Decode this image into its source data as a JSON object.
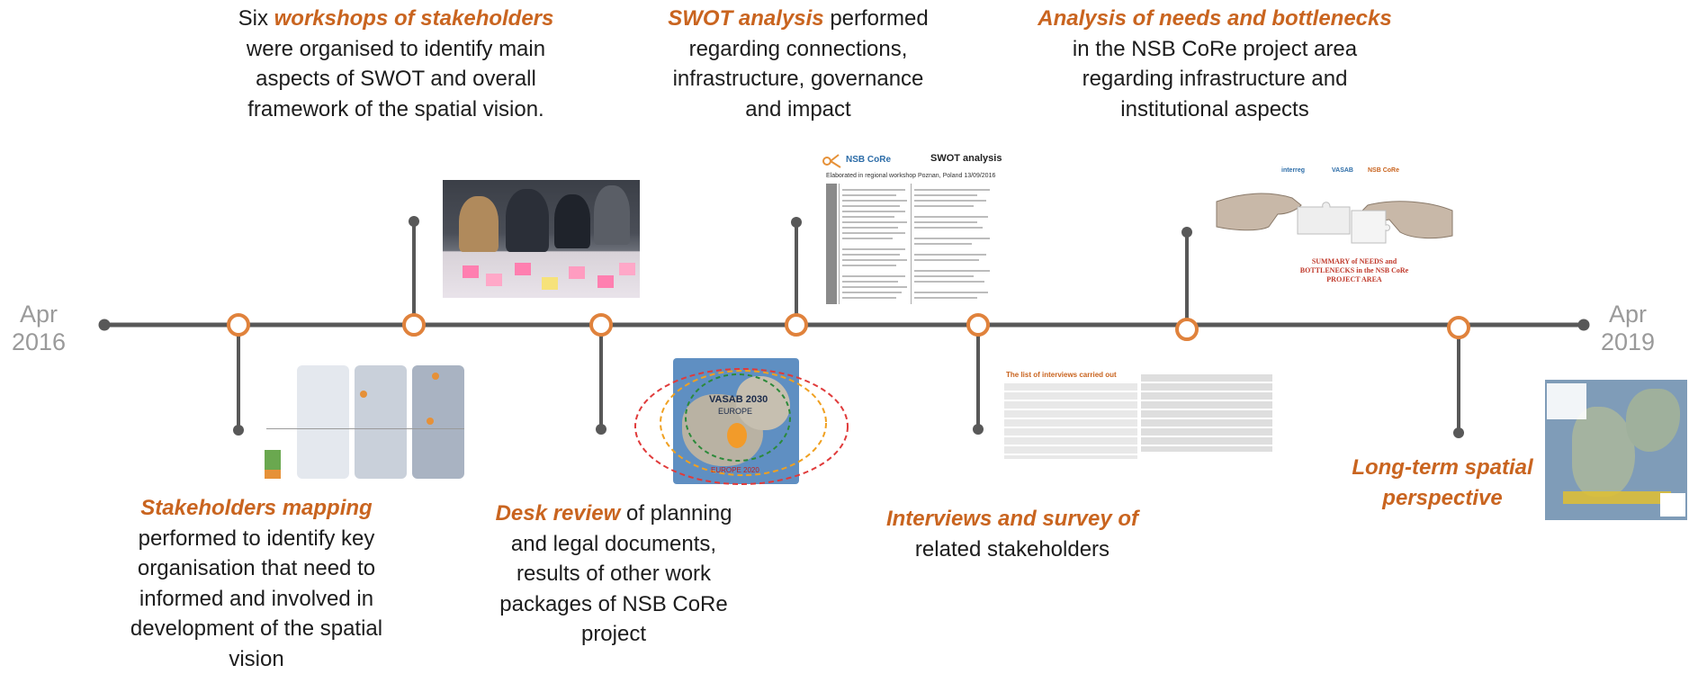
{
  "timeline": {
    "start_label": "Apr\n2016",
    "end_label": "Apr\n2019"
  },
  "steps": {
    "workshops": {
      "pre": "Six ",
      "highlight": "workshops of stakeholders",
      "post": "were organised to identify  main aspects of SWOT and overall framework of the spatial vision."
    },
    "swot": {
      "highlight": "SWOT analysis",
      "post": " performed regarding connections, infrastructure, governance and impact"
    },
    "needs": {
      "highlight": "Analysis of needs and bottlenecks",
      "post": "in the  NSB CoRe  project area regarding infrastructure and institutional aspects"
    },
    "mapping": {
      "highlight": "Stakeholders mapping",
      "post": "performed to identify key organisation that need to informed and involved in development of the spatial vision"
    },
    "desk": {
      "highlight": "Desk review",
      "post": " of planning and legal documents, results of other work packages of NSB CoRe project"
    },
    "interviews": {
      "highlight": "Interviews and survey of",
      "post": "related stakeholders"
    },
    "longterm": {
      "highlight": "Long-term spatial perspective"
    }
  },
  "thumbnails": {
    "swot_doc": {
      "logo": "NSB CoRe",
      "title": "SWOT analysis",
      "subtitle": "Elaborated in regional workshop Poznan, Poland 13/09/2016"
    },
    "interviews_doc": {
      "title": "The list of interviews carried out"
    },
    "needs_img": {
      "caption": "SUMMARY of NEEDS and BOTTLENECKS in the NSB CoRe PROJECT AREA",
      "logo1": "interreg",
      "logo2": "VASAB",
      "logo3": "NSB CoRe"
    },
    "desk_map": {
      "label1": "VASAB 2030",
      "label2": "EUROPE",
      "label3": "EUROPE 2020"
    }
  },
  "colors": {
    "accent": "#c9641f",
    "line": "#585858",
    "end_label": "#9a9a9a"
  }
}
